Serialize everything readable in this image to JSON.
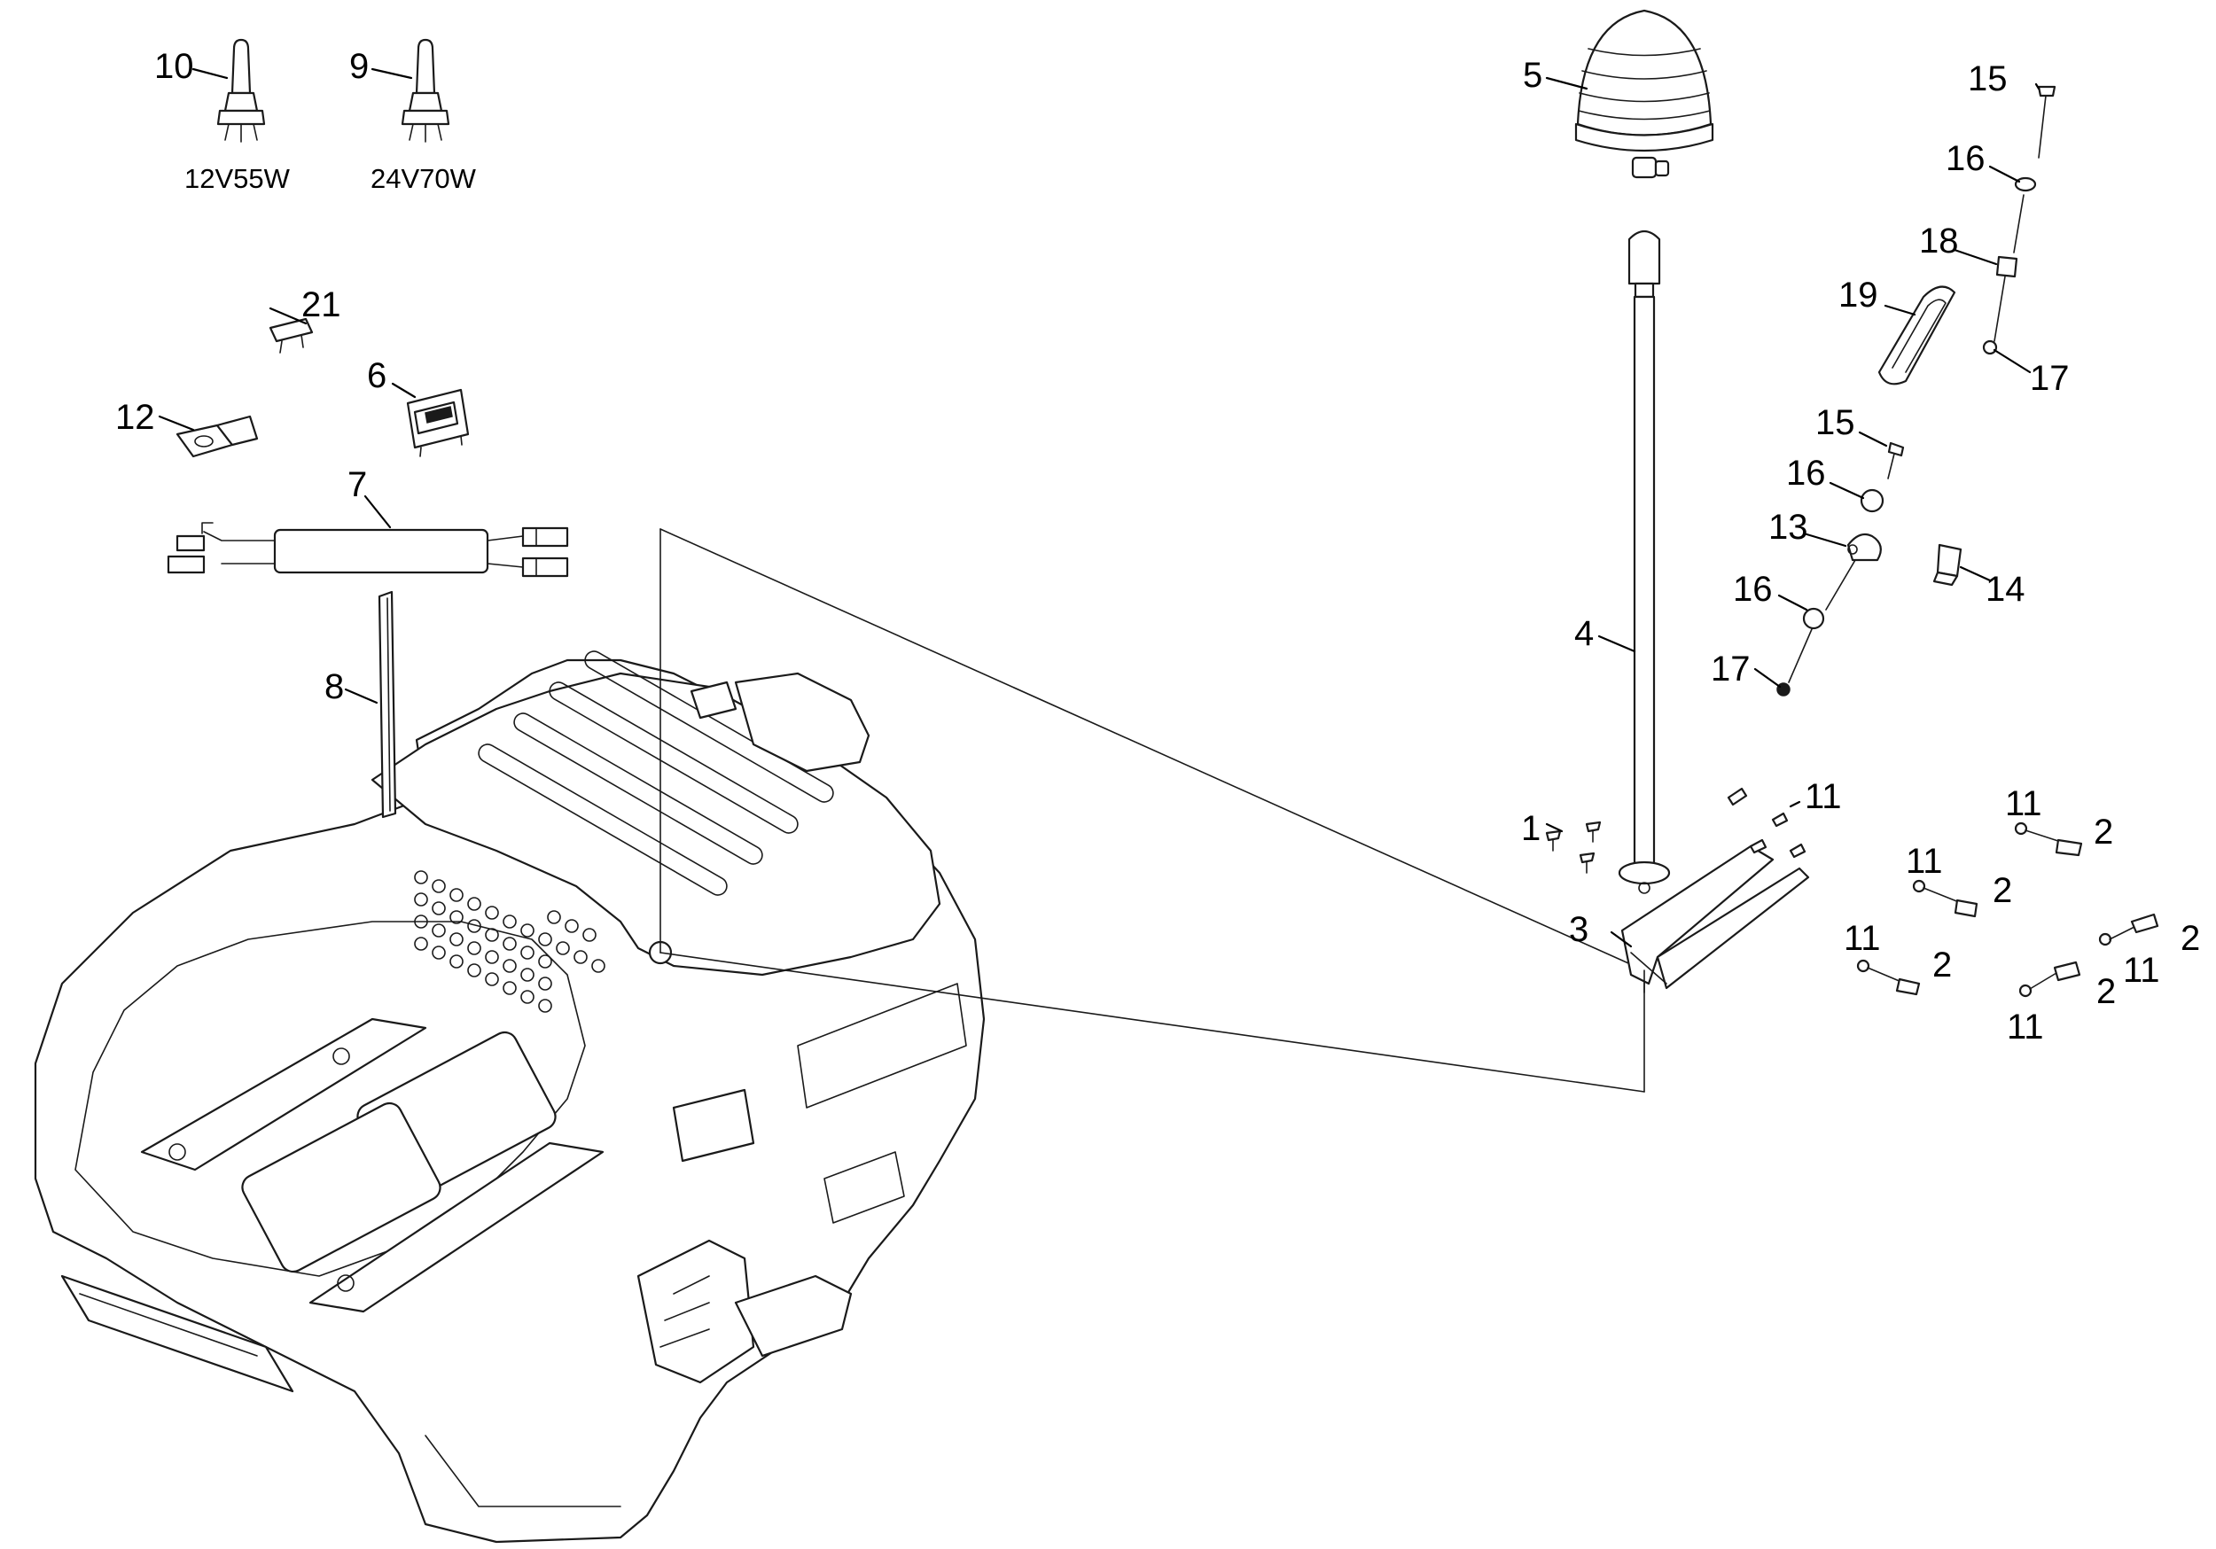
{
  "diagram": {
    "bulb_specs": [
      {
        "part": "10",
        "rating": "12V55W"
      },
      {
        "part": "9",
        "rating": "24V70W"
      }
    ],
    "callouts": {
      "c1": "1",
      "c2": "2",
      "c3": "3",
      "c4": "4",
      "c5": "5",
      "c6": "6",
      "c7": "7",
      "c8": "8",
      "c9": "9",
      "c10": "10",
      "c11": "11",
      "c12": "12",
      "c13": "13",
      "c14": "14",
      "c15": "15",
      "c16": "16",
      "c17": "17",
      "c18": "18",
      "c19": "19",
      "c21": "21"
    }
  }
}
